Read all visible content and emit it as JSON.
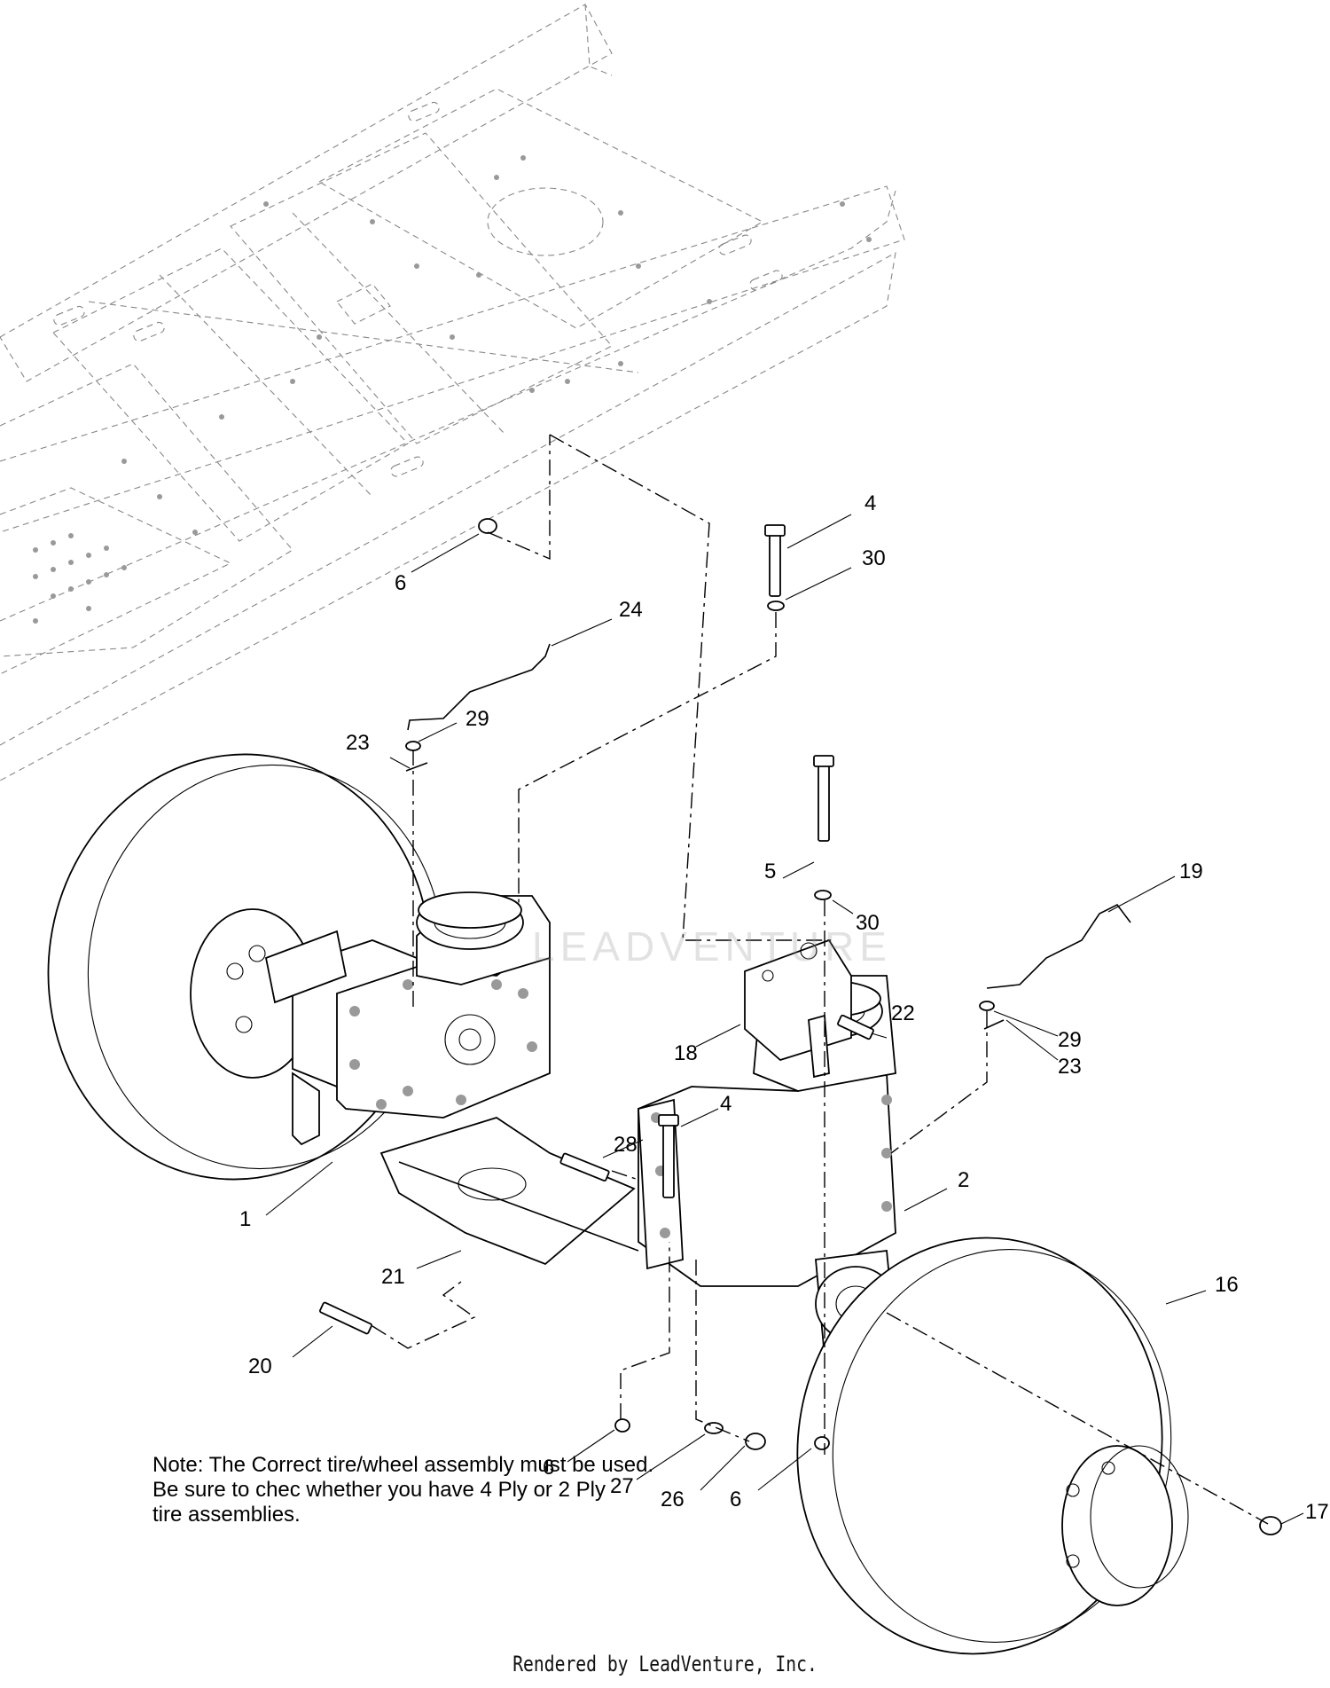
{
  "callouts": [
    {
      "label": "1"
    },
    {
      "label": "2"
    },
    {
      "label": "4"
    },
    {
      "label": "4"
    },
    {
      "label": "5"
    },
    {
      "label": "6"
    },
    {
      "label": "6"
    },
    {
      "label": "6"
    },
    {
      "label": "16"
    },
    {
      "label": "17"
    },
    {
      "label": "18"
    },
    {
      "label": "19"
    },
    {
      "label": "20"
    },
    {
      "label": "21"
    },
    {
      "label": "22"
    },
    {
      "label": "23"
    },
    {
      "label": "23"
    },
    {
      "label": "24"
    },
    {
      "label": "26"
    },
    {
      "label": "27"
    },
    {
      "label": "28"
    },
    {
      "label": "29"
    },
    {
      "label": "29"
    },
    {
      "label": "30"
    },
    {
      "label": "30"
    }
  ],
  "note": {
    "line1": "Note: The Correct tire/wheel assembly must be used.",
    "line2": "Be sure to chec whether you have 4 Ply or 2 Ply",
    "line3": "tire assemblies."
  },
  "footer": "Rendered by LeadVenture, Inc.",
  "watermark": "LEADVENTURE"
}
